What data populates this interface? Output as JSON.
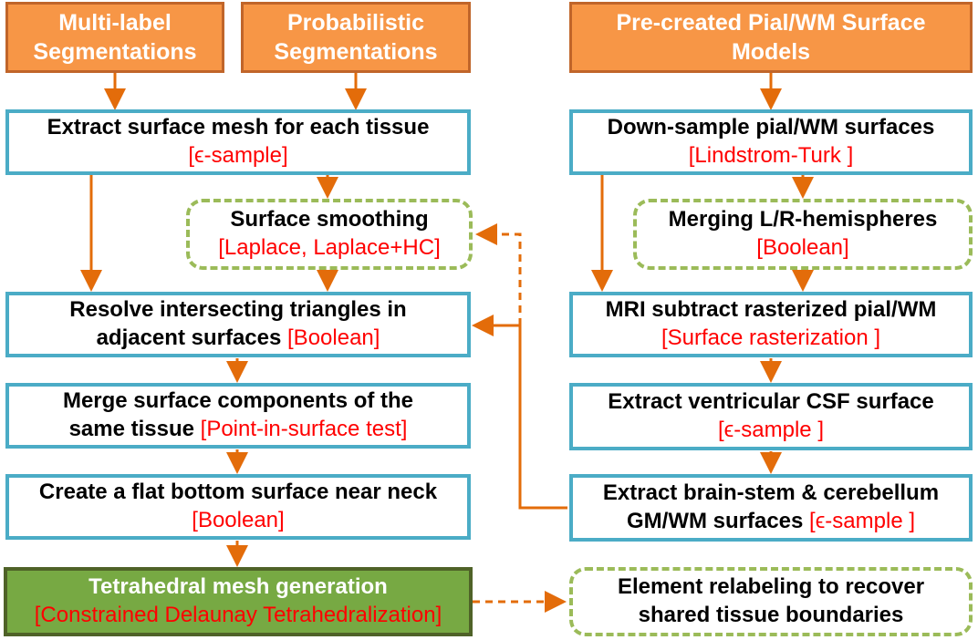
{
  "colors": {
    "source_fill": "#f79646",
    "process_border": "#4bacc6",
    "optional_border": "#9bbb59",
    "final_fill": "#77a943",
    "arrow": "#e36c0a",
    "method_text": "#ff0000"
  },
  "nodes": {
    "multi_label": {
      "line1": "Multi-label",
      "line2": "Segmentations"
    },
    "probabilistic": {
      "line1": "Probabilistic",
      "line2": "Segmentations"
    },
    "precreated": {
      "line1": "Pre-created Pial/WM Surface",
      "line2": "Models"
    },
    "extract_mesh": {
      "title": "Extract surface mesh for each tissue",
      "method": "[ϵ-sample]"
    },
    "smoothing": {
      "title": "Surface smoothing",
      "method": "[Laplace, Laplace+HC]"
    },
    "resolve": {
      "title_line1": "Resolve intersecting triangles in",
      "title_line2": "adjacent surfaces",
      "method": "[Boolean]"
    },
    "merge": {
      "title_line1": "Merge surface components of the",
      "title_line2": "same tissue",
      "method": "[Point-in-surface test]"
    },
    "flat_bottom": {
      "title": "Create a flat bottom surface near neck",
      "method": "[Boolean]"
    },
    "tetra": {
      "title": "Tetrahedral mesh generation",
      "method": "[Constrained Delaunay Tetrahedralization]"
    },
    "downsample": {
      "title": "Down-sample pial/WM surfaces",
      "method": "[Lindstrom-Turk ]"
    },
    "merging_lr": {
      "title": "Merging L/R-hemispheres",
      "method": "[Boolean]"
    },
    "mri_subtract": {
      "title": "MRI subtract rasterized pial/WM",
      "method": "[Surface rasterization ]"
    },
    "ventricular": {
      "title": "Extract ventricular CSF surface",
      "method": "[ϵ-sample ]"
    },
    "brainstem": {
      "title_line1": "Extract brain-stem & cerebellum",
      "title_line2": "GM/WM surfaces",
      "method": "[ϵ-sample ]"
    },
    "relabel": {
      "line1": "Element relabeling to recover",
      "line2": "shared tissue boundaries"
    }
  }
}
